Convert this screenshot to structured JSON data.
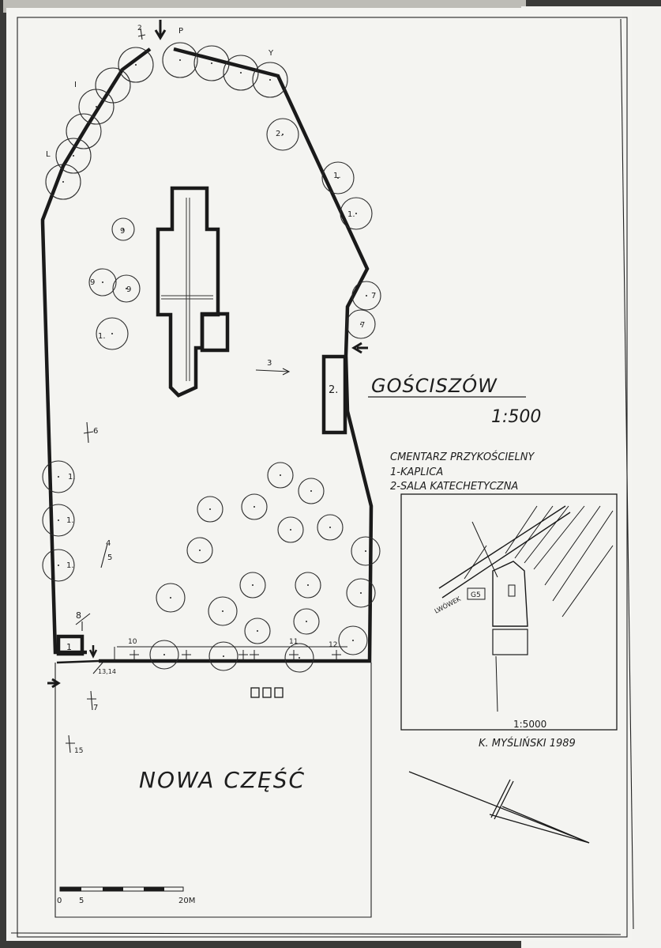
{
  "title": "GOŚCISZÓW",
  "scale": "1:500",
  "legend": {
    "heading": "CMENTARZ PRZYKOŚCIELNY",
    "items": [
      "1-KAPLICA",
      "2-SALA KATECHETYCZNA"
    ]
  },
  "inset": {
    "road_label": "LWÓWEK",
    "road_number": "G5",
    "scale": "1:5000"
  },
  "author": "K. MYŚLIŃSKI 1989",
  "new_part_label": "NOWA CZĘŚĆ",
  "scale_bar": {
    "ticks": [
      "0",
      "5",
      "20M"
    ]
  },
  "tree_labels": {
    "l": "L",
    "i": "I",
    "p": "P",
    "y": "Y",
    "two": "2.",
    "one": "1.",
    "nine": "9",
    "seven": "7"
  },
  "grave_labels": {
    "g2": "2",
    "g3": "3",
    "g4": "4",
    "g5": "5",
    "g6": "6",
    "g7": "7",
    "g8": "8",
    "g10": "10",
    "g11": "11",
    "g12": "12",
    "g13": "13,14",
    "g15": "15"
  },
  "building_labels": {
    "sala": "2.",
    "kaplica": "1"
  },
  "colors": {
    "paper": "#f4f4f1",
    "ink": "#1a1a1a"
  }
}
